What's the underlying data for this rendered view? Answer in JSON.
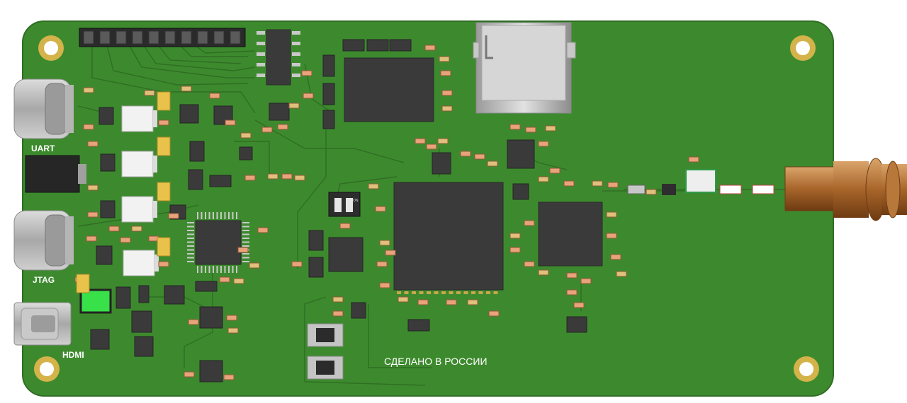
{
  "board": {
    "labels": {
      "uart": "UART",
      "jtag": "JTAG",
      "hdmi": "HDMI",
      "made_in": "СДЕЛАНО В РОССИИ",
      "dip_on": "ON"
    },
    "colors": {
      "pcb": "#3d8a2e",
      "pcb_dark": "#357a27",
      "trace": "#2f6e23",
      "chip": "#3b3b3b",
      "pad_gold": "#c9a74a",
      "resistor": "#e9a37a",
      "capacitor": "#e0c07a",
      "connector_metal": "#b8b8b8",
      "sma_copper": "#b0702e",
      "led_green": "#38e04a",
      "silk": "#ffffff"
    }
  }
}
